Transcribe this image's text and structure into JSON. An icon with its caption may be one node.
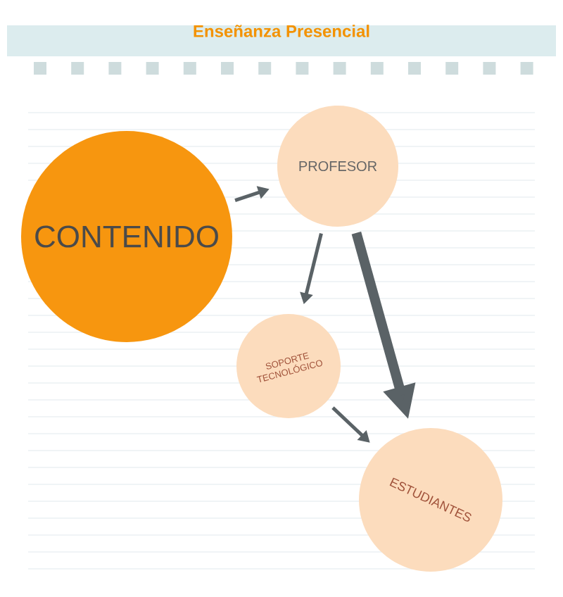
{
  "diagram": {
    "title": "Enseñanza Presencial",
    "nodes": [
      {
        "text": [
          "CONTENIDO"
        ]
      },
      {
        "text": [
          "PROFESOR"
        ]
      },
      {
        "text": [
          "SOPORTE TECNOLÓGICO"
        ]
      },
      {
        "text": [
          "ESTUDIANTES"
        ]
      }
    ],
    "edges": [
      {
        "from": 0,
        "to": 1,
        "arrow": "to"
      },
      {
        "from": 1,
        "to": 2,
        "arrow": "to"
      },
      {
        "from": 1,
        "to": 3,
        "arrow": "to",
        "style": "thick"
      },
      {
        "from": 2,
        "to": 3,
        "arrow": "to"
      }
    ]
  }
}
